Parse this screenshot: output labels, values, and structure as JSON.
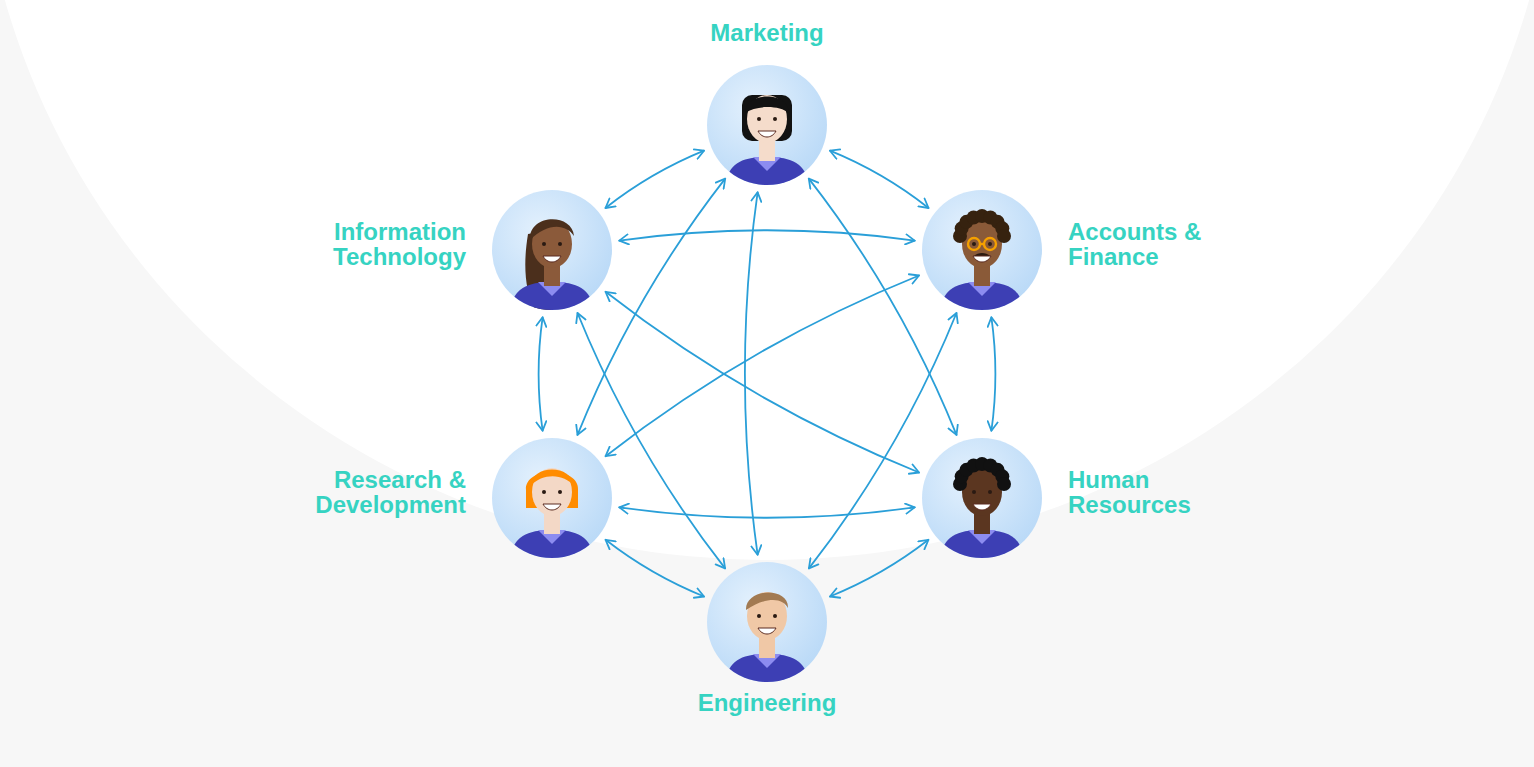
{
  "diagram": {
    "nodes": [
      {
        "text": [
          "Marketing"
        ]
      },
      {
        "text": [
          "Information Technology"
        ]
      },
      {
        "text": [
          "Accounts & Finance"
        ]
      },
      {
        "text": [
          "Research & Development"
        ]
      },
      {
        "text": [
          "Human Resources"
        ]
      },
      {
        "text": [
          "Engineering"
        ]
      }
    ],
    "edges": [
      {
        "from": 0,
        "to": 1,
        "arrow": "both"
      },
      {
        "from": 0,
        "to": 2,
        "arrow": "both"
      },
      {
        "from": 0,
        "to": 3,
        "arrow": "both"
      },
      {
        "from": 0,
        "to": 4,
        "arrow": "both"
      },
      {
        "from": 0,
        "to": 5,
        "arrow": "both"
      },
      {
        "from": 1,
        "to": 2,
        "arrow": "both"
      },
      {
        "from": 1,
        "to": 3,
        "arrow": "both"
      },
      {
        "from": 1,
        "to": 4,
        "arrow": "both"
      },
      {
        "from": 1,
        "to": 5,
        "arrow": "both"
      },
      {
        "from": 2,
        "to": 3,
        "arrow": "both"
      },
      {
        "from": 2,
        "to": 4,
        "arrow": "both"
      },
      {
        "from": 2,
        "to": 5,
        "arrow": "both"
      },
      {
        "from": 3,
        "to": 4,
        "arrow": "both"
      },
      {
        "from": 3,
        "to": 5,
        "arrow": "both"
      },
      {
        "from": 4,
        "to": 5,
        "arrow": "both"
      }
    ]
  }
}
